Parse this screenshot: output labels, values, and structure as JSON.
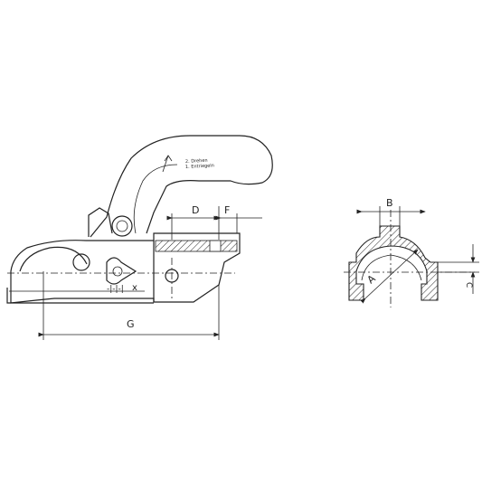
{
  "drawing": {
    "coupling_head": {
      "handle_text_line1": "2. Drehen",
      "handle_text_line2": "1. Entriegeln",
      "dim_d": "D",
      "dim_f": "F",
      "dim_g": "G",
      "wear_marks": "-|-|-|",
      "wear_x": "x"
    },
    "ball_socket": {
      "dim_b": "B",
      "dim_a": "A",
      "dim_c": "C"
    }
  }
}
